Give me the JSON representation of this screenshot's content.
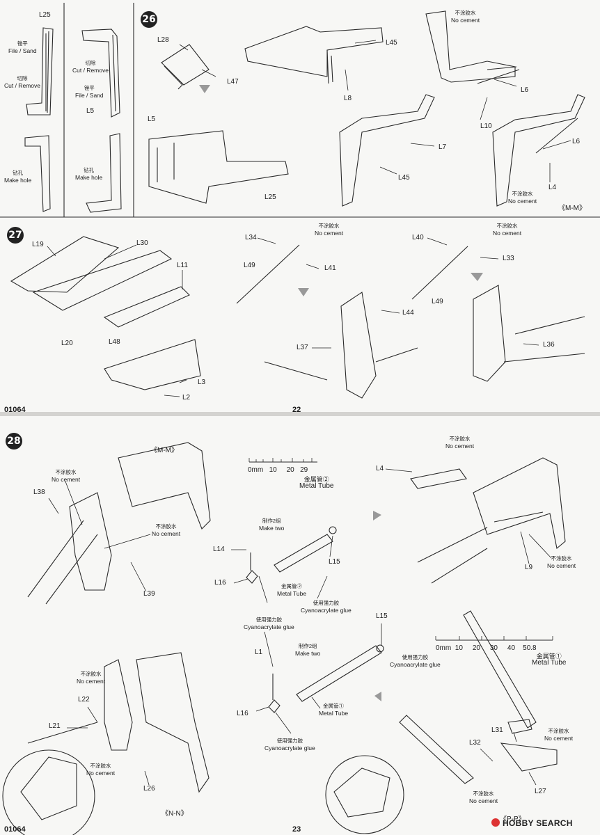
{
  "page1": {
    "side": {
      "l25": "L25",
      "l5": "L5",
      "file_zh": "锉平",
      "file": "File / Sand",
      "cut_zh": "切除",
      "cut": "Cut / Remove",
      "hole_zh": "钻孔",
      "hole": "Make hole",
      "cut2_zh": "切除",
      "cut2": "Cut / Remove",
      "file2_zh": "锉平",
      "file2": "File / Sand",
      "hole2_zh": "钻孔",
      "hole2": "Make hole"
    },
    "s26": {
      "num": "26",
      "l28": "L28",
      "l47": "L47",
      "l5": "L5",
      "l25": "L25",
      "l45a": "L45",
      "l8": "L8",
      "l7": "L7",
      "l45b": "L45",
      "nc_zh": "不涂胶水",
      "nc": "No cement",
      "l6a": "L6",
      "l10": "L10",
      "l6b": "L6",
      "l4": "L4",
      "nc2_zh": "不涂胶水",
      "nc2": "No cement",
      "mm": "《M-M》"
    },
    "s27": {
      "num": "27",
      "l19": "L19",
      "l30": "L30",
      "l11": "L11",
      "l20": "L20",
      "l48": "L48",
      "l3": "L3",
      "l2": "L2",
      "l34": "L34",
      "nc_zh": "不涂胶水",
      "nc": "No cement",
      "l41": "L41",
      "l49a": "L49",
      "l44": "L44",
      "l37": "L37",
      "l40": "L40",
      "nc2_zh": "不涂胶水",
      "nc2": "No cement",
      "l33": "L33",
      "l49b": "L49",
      "l36": "L36"
    },
    "footer": {
      "left": "01064",
      "center": "22"
    }
  },
  "page2": {
    "s28": {
      "num": "28",
      "mm": "《M-M》",
      "nc_zh": "不涂胶水",
      "nc": "No cement",
      "l38": "L38",
      "nc2_zh": "不涂胶水",
      "nc2": "No cement",
      "l39": "L39",
      "scale1": [
        "0mm",
        "10",
        "20",
        "29"
      ],
      "tube2_zh": "金属管②",
      "tube2": "Metal Tube",
      "make_two_zh": "制作2组",
      "make_two": "Make two",
      "l14": "L14",
      "l15a": "L15",
      "l16a": "L16",
      "tube2b_zh": "金属管②",
      "tube2b": "Metal Tube",
      "cy_zh": "使用强力胶",
      "cy": "Cyanoacrylate glue",
      "cy2_zh": "使用强力胶",
      "cy2": "Cyanoacrylate glue",
      "l4": "L4",
      "nc3_zh": "不涂胶水",
      "nc3": "No cement",
      "nc4_zh": "不涂胶水",
      "nc4": "No cement",
      "l9": "L9",
      "l15b": "L15",
      "l1": "L1",
      "make_two2_zh": "制作2组",
      "make_two2": "Make two",
      "l16b": "L16",
      "tube1b_zh": "金属管①",
      "tube1b": "Metal Tube",
      "cy3_zh": "使用强力胶",
      "cy3": "Cyanoacrylate glue",
      "cy4_zh": "使用强力胶",
      "cy4": "Cyanoacrylate glue",
      "scale2": [
        "0mm",
        "10",
        "20",
        "30",
        "40",
        "50.8"
      ],
      "tube1_zh": "金属管①",
      "tube1": "Metal Tube",
      "nc5_zh": "不涂胶水",
      "nc5": "No cement",
      "l22": "L22",
      "l21": "L21",
      "nc6_zh": "不涂胶水",
      "nc6": "No cement",
      "l26": "L26",
      "nn": "《N-N》",
      "l31": "L31",
      "l32": "L32",
      "nc7_zh": "不涂胶水",
      "nc7": "No cement",
      "nc8_zh": "不涂胶水",
      "nc8": "No cement",
      "l27": "L27",
      "pp": "《P-P》"
    },
    "footer": {
      "left": "01064",
      "center": "23"
    },
    "watermark": "HOBBY SEARCH"
  }
}
